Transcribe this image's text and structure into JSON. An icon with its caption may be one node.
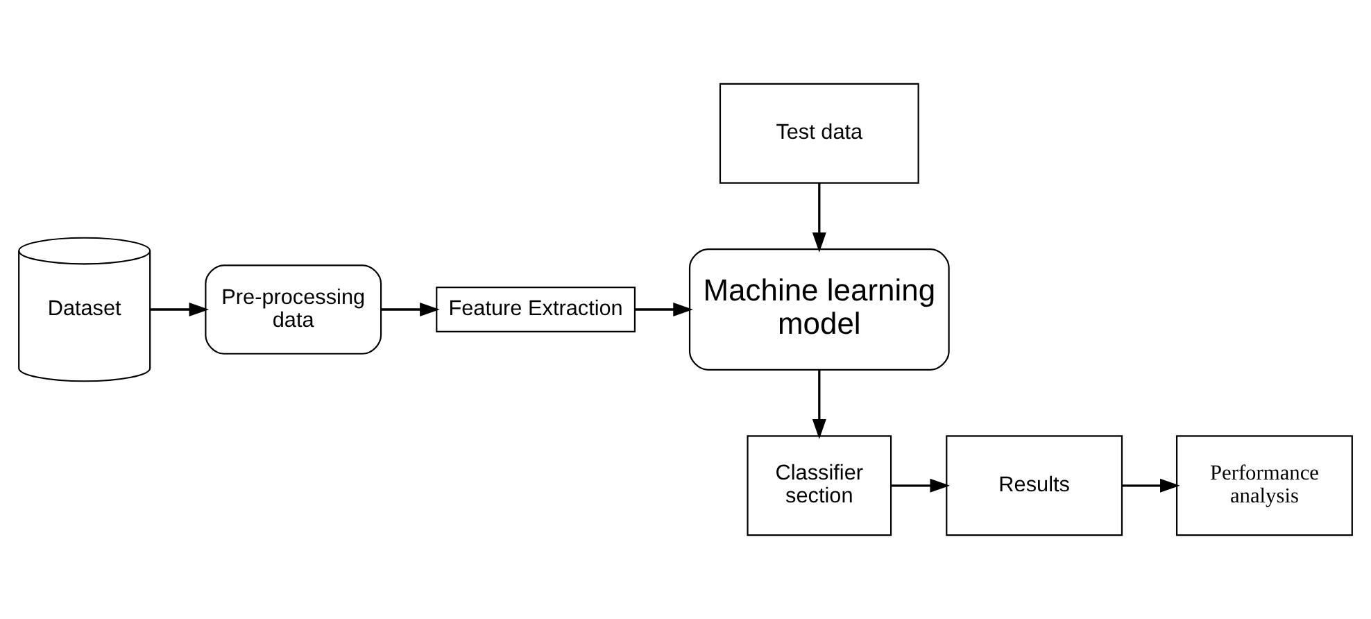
{
  "diagram": {
    "nodes": [
      {
        "text": [
          "Dataset"
        ]
      },
      {
        "text": [
          "Pre-processing data"
        ]
      },
      {
        "text": [
          "Feature Extraction"
        ]
      },
      {
        "text": [
          "Test data"
        ]
      },
      {
        "text": [
          "Machine learning model"
        ]
      },
      {
        "text": [
          "Classifier section"
        ]
      },
      {
        "text": [
          "Results"
        ]
      },
      {
        "text": [
          "Performance analysis"
        ]
      }
    ],
    "edges": [
      {
        "from": 0,
        "to": 1,
        "arrow": "to"
      },
      {
        "from": 1,
        "to": 2,
        "arrow": "to"
      },
      {
        "from": 2,
        "to": 4,
        "arrow": "to"
      },
      {
        "from": 3,
        "to": 4,
        "arrow": "to"
      },
      {
        "from": 4,
        "to": 5,
        "arrow": "to"
      },
      {
        "from": 5,
        "to": 6,
        "arrow": "to"
      },
      {
        "from": 6,
        "to": 7,
        "arrow": "to"
      }
    ]
  }
}
